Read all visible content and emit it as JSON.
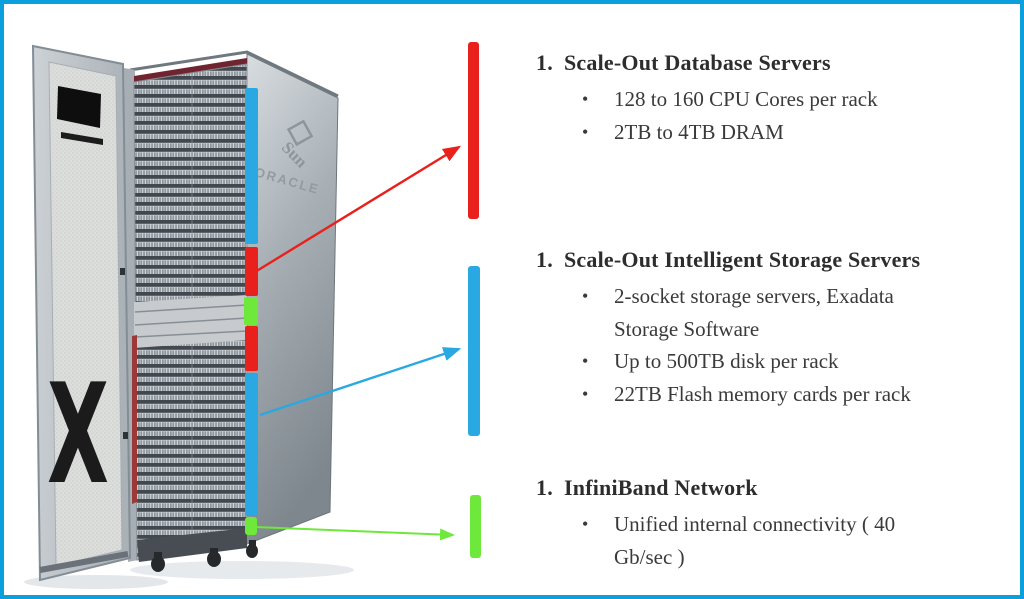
{
  "colors": {
    "border": "#0ba0dc",
    "db_red": "#e8211d",
    "storage_blue": "#29a8e2",
    "network_green": "#6ee83a"
  },
  "ui": {
    "bullet_glyph": "•"
  },
  "rack": {
    "sun_label": "Sun",
    "oracle_label": "ORACLE",
    "door_mark": "X"
  },
  "sections": [
    {
      "number": "1.",
      "title": "Scale-Out Database Servers",
      "bullets": [
        "128 to 160 CPU Cores per rack",
        "2TB to 4TB DRAM"
      ]
    },
    {
      "number": "1.",
      "title": "Scale-Out Intelligent Storage Servers",
      "bullets": [
        "2-socket storage servers, Exadata\nStorage Software",
        "Up to 500TB disk per rack",
        "22TB Flash memory cards per rack"
      ]
    },
    {
      "number": "1.",
      "title": "InfiniBand Network",
      "bullets": [
        "Unified internal connectivity ( 40\nGb/sec )"
      ]
    }
  ]
}
